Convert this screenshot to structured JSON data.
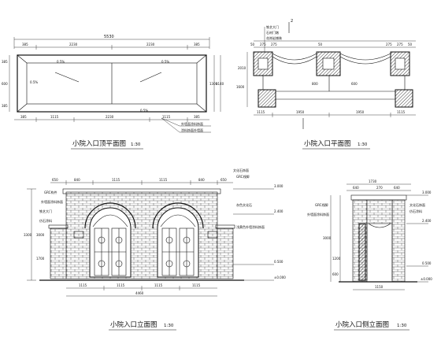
{
  "drawings": {
    "roof_plan": {
      "caption": "小院入口顶平面图",
      "scale": "1:30",
      "overall": "5530",
      "top_dims": [
        "385",
        "2230",
        "2230",
        "385"
      ],
      "bottom_dims": [
        "385",
        "1115",
        "2230",
        "1115",
        "385"
      ],
      "left_dims": [
        "385",
        "600",
        "385"
      ],
      "right_dims": [
        "1300",
        "1140"
      ],
      "slope_labels": [
        "0.5%",
        "0.5%",
        "0.5%",
        "0.5%"
      ],
      "notes": [
        "外墙面涂料饰面",
        "涂料饰面外墙面"
      ]
    },
    "floor_plan": {
      "caption": "小院入口平面图",
      "scale": "1:30",
      "marker": "2",
      "top_dims": [
        "50",
        "275",
        "275",
        "50",
        "275",
        "275",
        "50"
      ],
      "bottom_dims": [
        "1115",
        "1950",
        "1950",
        "1115"
      ],
      "side_dims": [
        "2010",
        "1600",
        "800",
        "600"
      ],
      "notes": [
        "铁艺大门",
        "石材门墩",
        "花岗岩铺装"
      ]
    },
    "front_elevation": {
      "caption": "小院入口立面图",
      "scale": "1:30",
      "top_dims": [
        "650",
        "840",
        "1115",
        "1115",
        "840",
        "650"
      ],
      "bottom_dims": [
        "1115",
        "1115",
        "1115",
        "1115"
      ],
      "overall": "4460",
      "left_dims": [
        "3300",
        "3000",
        "1700"
      ],
      "levels": [
        "3.000",
        "2.400",
        "0.500",
        "±0.000"
      ],
      "callouts": [
        "GRC构件",
        "外墙面涂料饰面",
        "铁艺大门",
        "仿石涂料",
        "文化石饰面",
        "GRC线脚",
        "灰色文化石",
        "浅黄色外墙涂料饰面"
      ]
    },
    "side_elevation": {
      "caption": "小院入口侧立面图",
      "scale": "1:30",
      "top_dims": [
        "1730",
        "640",
        "270",
        "640"
      ],
      "bottom_dims": [
        "1150"
      ],
      "left_dims": [
        "3000",
        "1200",
        "600"
      ],
      "levels": [
        "3.000",
        "2.400",
        "0.500",
        "±0.000"
      ],
      "callouts": [
        "GRC线脚",
        "外墙面涂料饰面",
        "文化石饰面",
        "仿石涂料"
      ]
    }
  }
}
